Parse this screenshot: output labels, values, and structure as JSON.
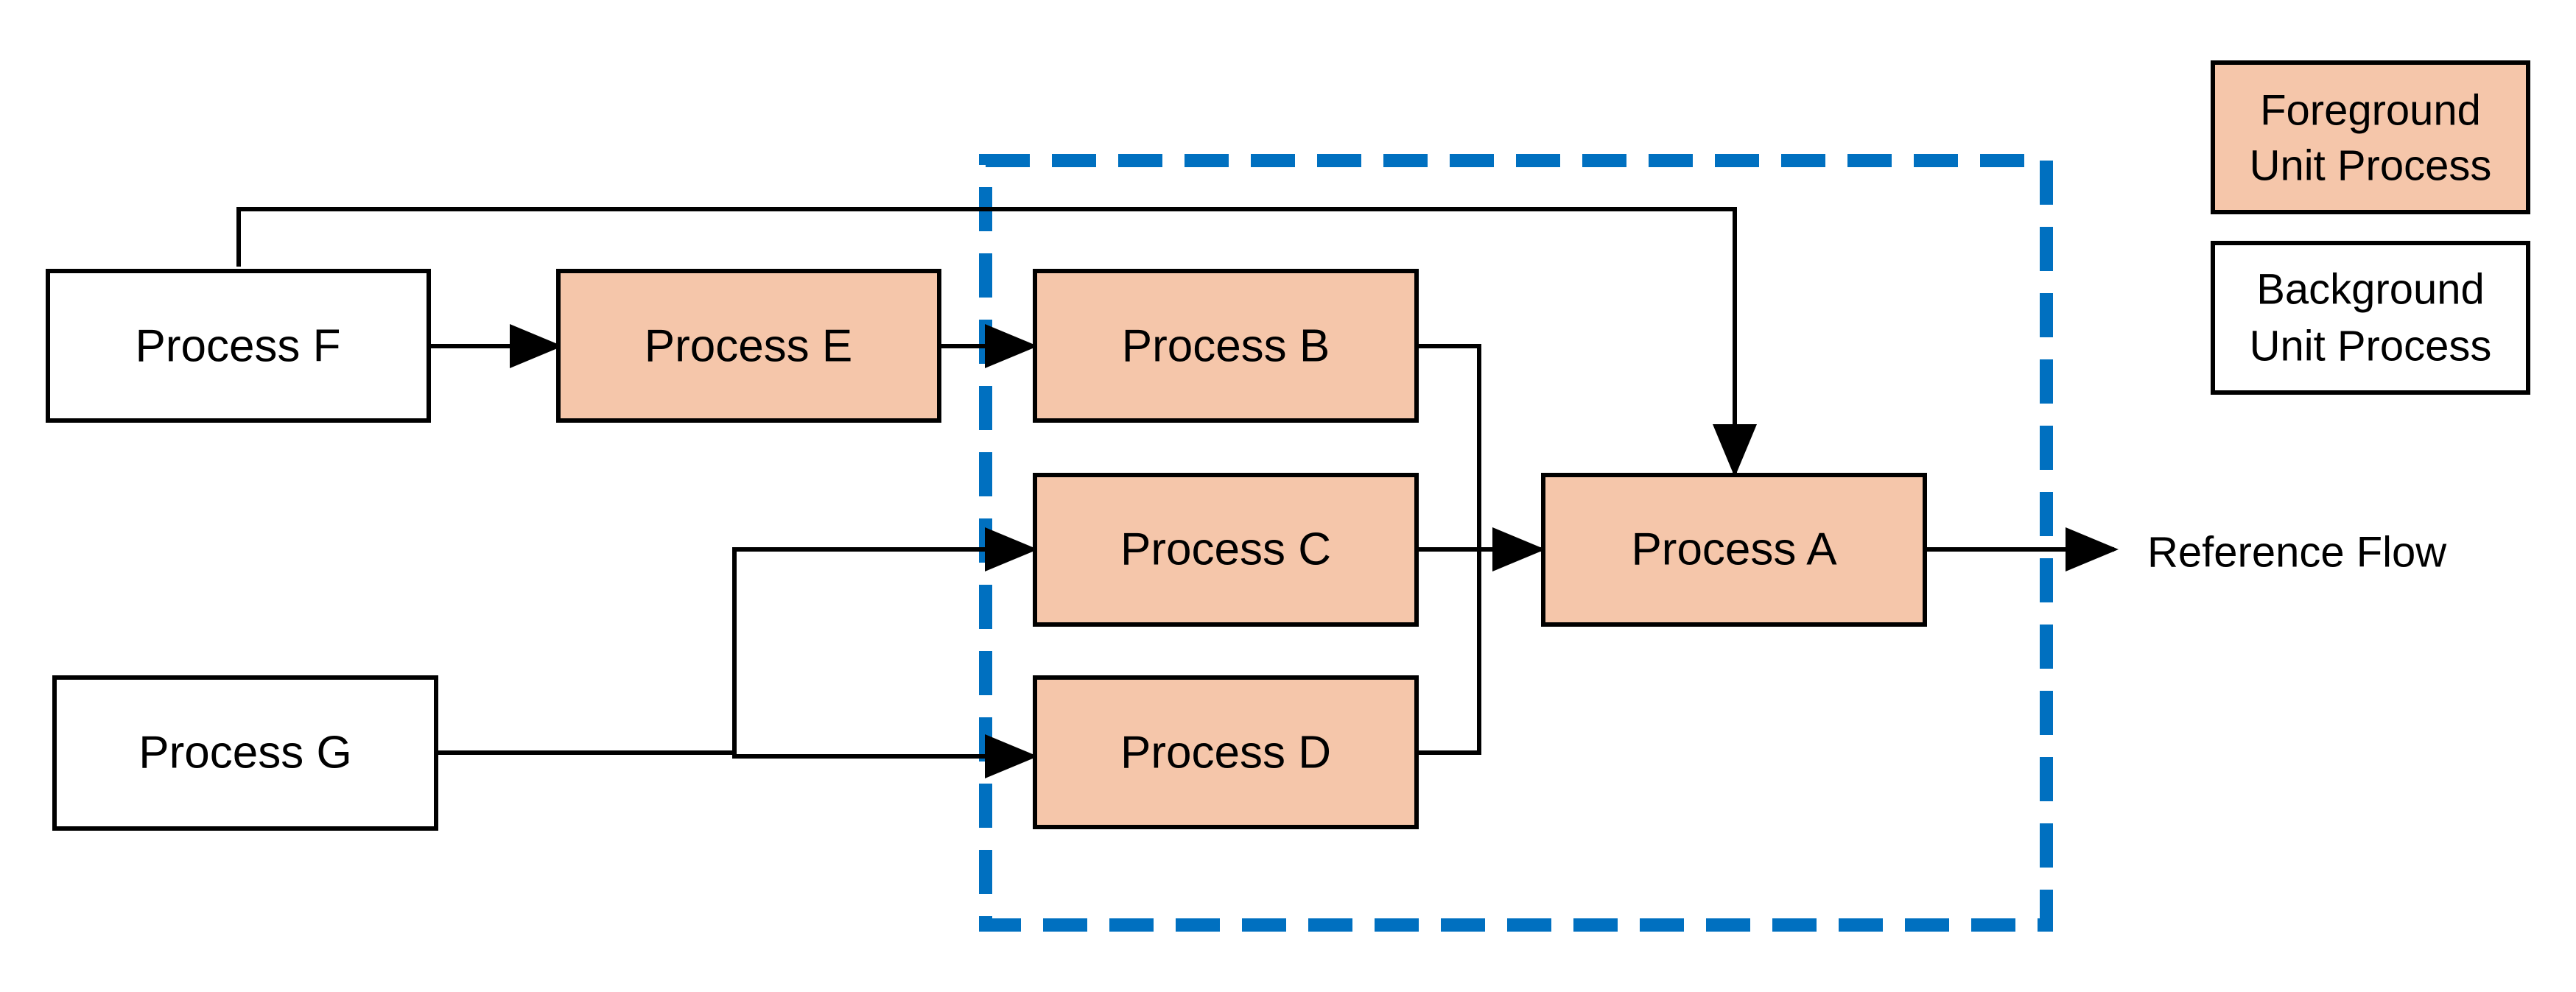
{
  "colors": {
    "foreground_fill": "#F5C6AA",
    "background_fill": "#FFFFFF",
    "boundary": "#0070C0",
    "stroke": "#000000"
  },
  "processes": {
    "a": {
      "label": "Process A",
      "kind": "foreground"
    },
    "b": {
      "label": "Process B",
      "kind": "foreground"
    },
    "c": {
      "label": "Process C",
      "kind": "foreground"
    },
    "d": {
      "label": "Process D",
      "kind": "foreground"
    },
    "e": {
      "label": "Process E",
      "kind": "foreground"
    },
    "f": {
      "label": "Process F",
      "kind": "background"
    },
    "g": {
      "label": "Process G",
      "kind": "background"
    }
  },
  "reference_flow": {
    "label": "Reference Flow"
  },
  "legend": {
    "foreground": {
      "line1": "Foreground",
      "line2": "Unit Process"
    },
    "background": {
      "line1": "Background",
      "line2": "Unit Process"
    }
  },
  "connections": [
    {
      "from": "Process F",
      "to": "Process E"
    },
    {
      "from": "Process F",
      "to": "Process A"
    },
    {
      "from": "Process E",
      "to": "Process B"
    },
    {
      "from": "Process G",
      "to": "Process C"
    },
    {
      "from": "Process G",
      "to": "Process D"
    },
    {
      "from": "Process B",
      "to": "Process A"
    },
    {
      "from": "Process C",
      "to": "Process A"
    },
    {
      "from": "Process D",
      "to": "Process A"
    },
    {
      "from": "Process A",
      "to": "Reference Flow"
    }
  ]
}
